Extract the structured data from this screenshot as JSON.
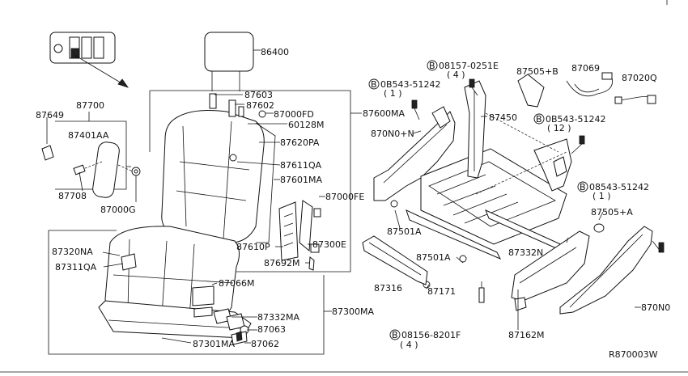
{
  "diagram": {
    "ref_code": "R870003W",
    "labels": {
      "p86400": "86400",
      "p87603": "87603",
      "p87602": "87602",
      "p87000FD": "87000FD",
      "p60128M": "60128M",
      "p87620PA": "87620PA",
      "p87611QA": "87611QA",
      "p87601MA": "87601MA",
      "p87000FE": "87000FE",
      "p87610P": "87610P",
      "p87300E": "87300E",
      "p87692M": "87692M",
      "p87600MA": "87600MA",
      "p87700": "87700",
      "p87649": "87649",
      "p87401AA": "87401AA",
      "p87708": "87708",
      "p87000G": "87000G",
      "p87320NA": "87320NA",
      "p87311QA": "87311QA",
      "p87066M": "87066M",
      "p87332MA": "87332MA",
      "p87063": "87063",
      "p87301MA": "87301MA",
      "p87062": "87062",
      "p87300MA": "87300MA",
      "p870N0N": "870N0+N",
      "p87450": "87450",
      "p87505B": "87505+B",
      "p87069": "87069",
      "p87020Q": "87020Q",
      "p87501A_1": "87501A",
      "p87501A_2": "87501A",
      "p87316": "87316",
      "p87171": "87171",
      "p87332N": "87332N",
      "p87505A": "87505+A",
      "p87162M": "87162M",
      "p870N0": "870N0"
    },
    "bolts": {
      "b1": {
        "code": "08157-0251E",
        "qty": "( 4 )"
      },
      "b2": {
        "code": "0B543-51242",
        "qty": "( 1 )"
      },
      "b3": {
        "code": "0B543-51242",
        "qty": "( 12 )"
      },
      "b4": {
        "code": "08543-51242",
        "qty": "( 1 )"
      },
      "b5": {
        "code": "08156-8201F",
        "qty": "( 4 )"
      }
    },
    "bolt_symbol": "B"
  }
}
